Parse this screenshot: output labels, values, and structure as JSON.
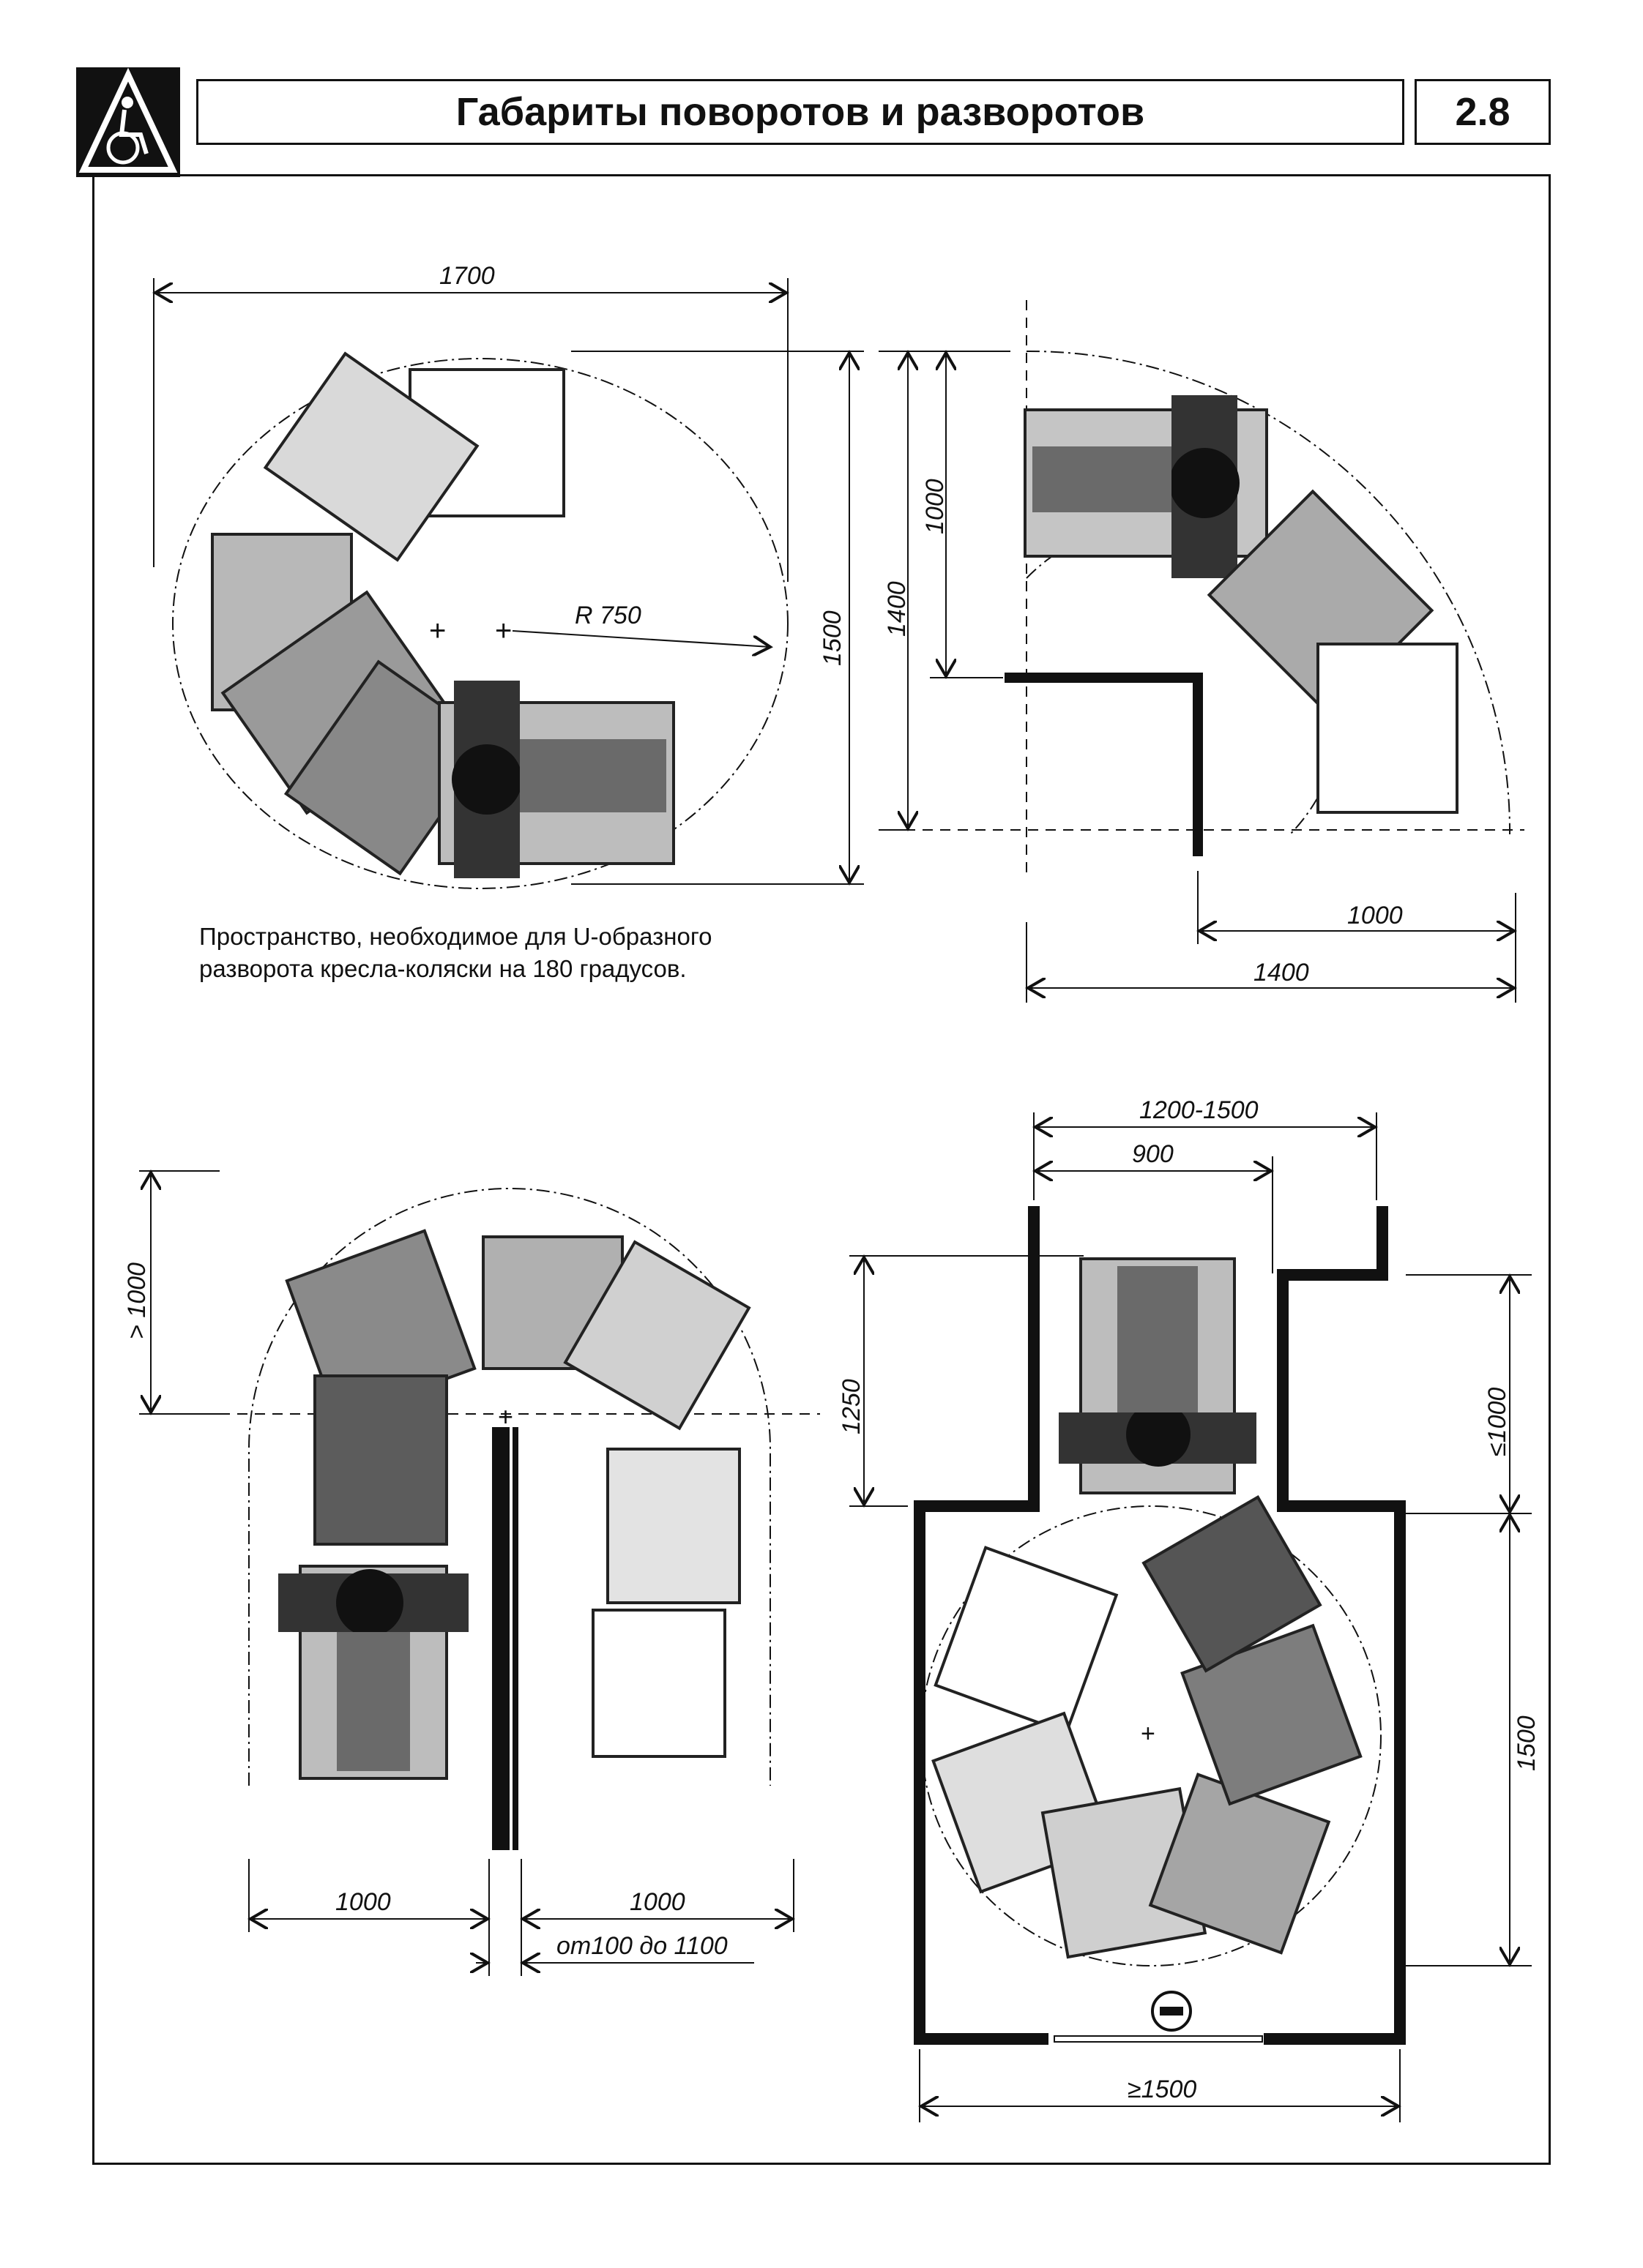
{
  "header": {
    "title": "Габариты поворотов и разворотов",
    "number": "2.8"
  },
  "caption": {
    "line1": "Пространство, необходимое для U-образного",
    "line2": "разворота кресла-коляски на 180 градусов."
  },
  "dims": {
    "d1700": "1700",
    "d1500": "1500",
    "r750": "R 750",
    "d1400v": "1400",
    "d1000v": "1000",
    "d1000h": "1000",
    "d1400h": "1400",
    "gt1000": "> 1000",
    "d1000a": "1000",
    "d1000b": "1000",
    "range": "от100 до 1100",
    "d1200_1500": "1200-1500",
    "d900": "900",
    "d1250": "1250",
    "le1000": "≤1000",
    "d1500b": "1500",
    "ge1500": "≥1500"
  },
  "icons": {
    "logo": "wheelchair-icon",
    "no_entry": "no-entry-sign-icon"
  }
}
